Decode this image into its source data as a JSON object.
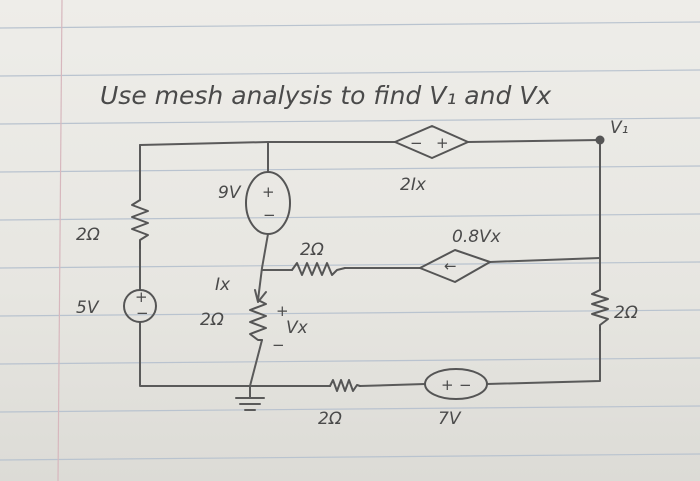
{
  "title": "Use mesh analysis to find V₁ and Vx",
  "node_label": "V₁",
  "components": {
    "r_left_top": "2Ω",
    "v_left": "5V",
    "v_source_9": "9V",
    "ix_label": "Ix",
    "r_mid_horizontal": "2Ω",
    "r_mid_vertical": "2Ω",
    "vx_label": "Vx",
    "dep_voltage": "2Ix",
    "dep_current": "0.8Vx",
    "r_right": "2Ω",
    "r_bottom": "2Ω",
    "v_bottom": "7V"
  },
  "symbols": {
    "plus": "+",
    "minus": "−",
    "arrow_left": "←"
  }
}
